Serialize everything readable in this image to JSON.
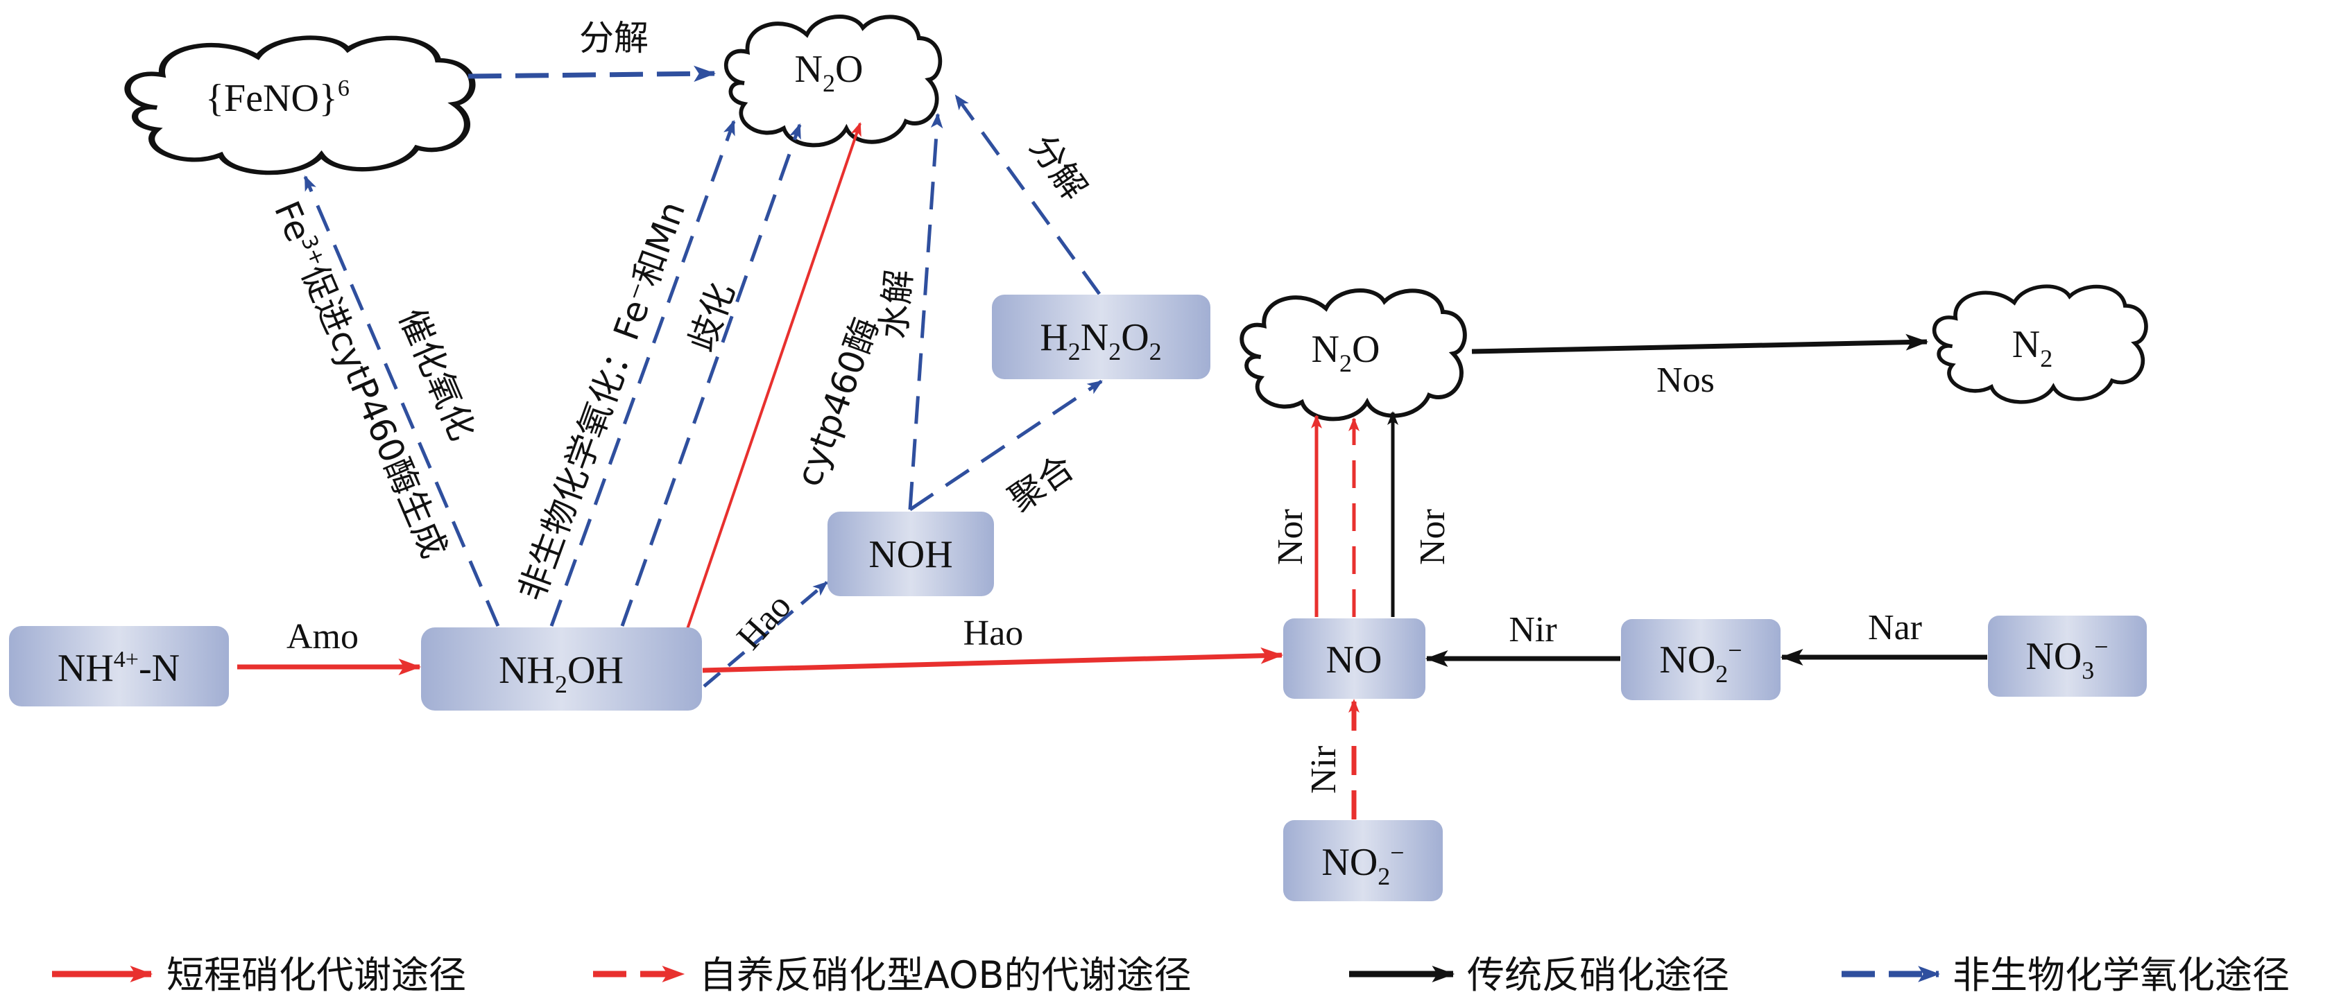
{
  "title": "Nitrogen transformation pathways of AOB: N2O generation routes",
  "colors": {
    "short_cut_nitrification": "#e8302e",
    "autotrophic_denitrification_aob": "#e8302e",
    "traditional_denitrification": "#111111",
    "abiotic_chemical_oxidation": "#2f4f9e",
    "node_edge": "#a2afd3",
    "node_center": "#dbe0ee"
  },
  "nodes": {
    "nh4": {
      "main": "NH",
      "sup": "4+",
      "tail": "-N"
    },
    "nh2oh": {
      "a": "NH",
      "sub": "2",
      "b": "OH"
    },
    "noh": {
      "label": "NOH"
    },
    "h2n2o2": {
      "h": "H",
      "s1": "2",
      "n": "N",
      "s2": "2",
      "o": "O",
      "s3": "2"
    },
    "no": {
      "label": "NO"
    },
    "no2_right": {
      "main": "NO",
      "sub": "2",
      "sup": "−"
    },
    "no3": {
      "main": "NO",
      "sub": "3",
      "sup": "−"
    },
    "no2_bottom": {
      "main": "NO",
      "sub": "2",
      "sup": "−"
    },
    "feno": {
      "main": "{FeNO}",
      "sup": "6"
    },
    "n2o_top": {
      "a": "N",
      "sub": "2",
      "b": "O"
    },
    "n2o_right": {
      "a": "N",
      "sub": "2",
      "b": "O"
    },
    "n2": {
      "a": "N",
      "sub": "2"
    }
  },
  "edges": {
    "amo": "Amo",
    "hao_main": "Hao",
    "hao_noh": "Hao",
    "feno_decomp": "分解",
    "fe3_label_1": "Fe",
    "fe3_sup": "3+",
    "fe3_label_2": "促进cytP460酶生成",
    "catalytic_oxidation": "催化氧化",
    "abiotic_label_1": "非生物化学氧化：Fe⁻和Mn",
    "disproportionation": "歧化",
    "cytp460": "cytp460酶",
    "hydrolysis": "水解",
    "h2n2o2_decomp": "分解",
    "polymerization": "聚合",
    "nor_left": "Nor",
    "nor_right": "Nor",
    "nos": "Nos",
    "nir_horizontal": "Nir",
    "nar": "Nar",
    "nir_vertical": "Nir"
  },
  "legend": [
    {
      "label": "短程硝化代谢途径",
      "style": "solid",
      "color": "#e8302e"
    },
    {
      "label": "自养反硝化型AOB的代谢途径",
      "style": "dashed",
      "color": "#e8302e"
    },
    {
      "label": "传统反硝化途径",
      "style": "solid",
      "color": "#111111"
    },
    {
      "label": "非生物化学氧化途径",
      "style": "dashed",
      "color": "#2f4f9e"
    }
  ]
}
